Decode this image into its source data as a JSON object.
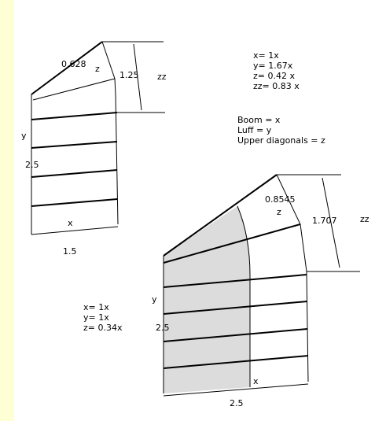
{
  "colors": {
    "sidebar": "#ffffd6",
    "shade": "#dcdcdc",
    "ink": "#000000",
    "background": "#ffffff"
  },
  "diagram1": {
    "labels": {
      "diagonal_len": "0.628",
      "z": "z",
      "z_len": "1.25",
      "zz": "zz",
      "y": "y",
      "y_len": "2.5",
      "x": "x",
      "x_len": "1.5"
    },
    "ratios": [
      "x= 1x",
      "y= 1.67x",
      "z= 0.42 x",
      "zz= 0.83 x"
    ]
  },
  "legend": [
    "Boom = x",
    "Luff = y",
    "Upper diagonals = z"
  ],
  "diagram2": {
    "labels": {
      "diagonal_len": "0.8545",
      "z": "z",
      "z_len": "1.707",
      "zz": "zz",
      "y": "y",
      "y_len": "2.5",
      "x": "x",
      "x_len": "2.5"
    },
    "ratios": [
      "x= 1x",
      "y= 1x",
      "z= 0.34x"
    ]
  }
}
